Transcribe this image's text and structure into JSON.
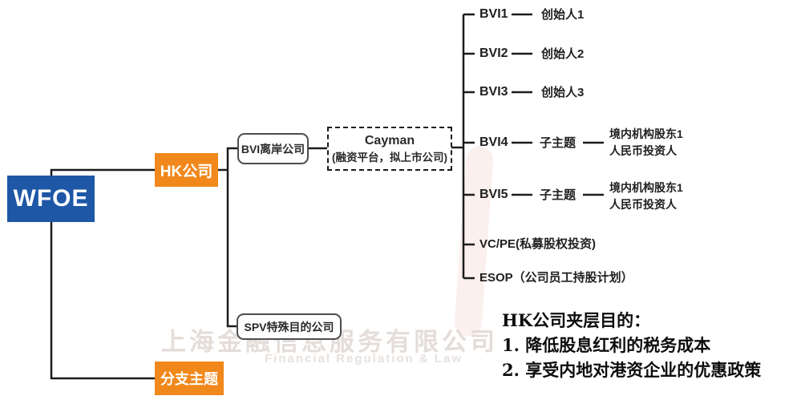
{
  "palette": {
    "root_blue": "#1d57a6",
    "branch_orange": "#f1881b",
    "line_black": "#1c1c1c",
    "node_border_gray": "#4d4d4d"
  },
  "root": {
    "label": "WFOE"
  },
  "branches": {
    "hk": {
      "label": "HK公司"
    },
    "branch_topic": {
      "label": "分支主题"
    }
  },
  "mid_nodes": {
    "bvi_offshore": {
      "label": "BVI离岸公司"
    },
    "spv": {
      "label": "SPV特殊目的公司"
    }
  },
  "cayman": {
    "title": "Cayman",
    "subtitle": "(融资平台，拟上市公司)"
  },
  "rows": [
    {
      "label": "BVI1",
      "link": "创始人1"
    },
    {
      "label": "BVI2",
      "link": "创始人2"
    },
    {
      "label": "BVI3",
      "link": "创始人3"
    },
    {
      "label": "BVI4",
      "mid": "子主题",
      "owner_line1": "境内机构股东1",
      "owner_line2": "人民币投资人"
    },
    {
      "label": "BVI5",
      "mid": "子主题",
      "owner_line1": "境内机构股东1",
      "owner_line2": "人民币投资人"
    },
    {
      "label": "VC/PE(私募股权投资)"
    },
    {
      "label": "ESOP（公司员工持股计划）"
    }
  ],
  "note": {
    "title": "HK公司夹层目的：",
    "item1": "1. 降低股息红利的税务成本",
    "item2": "2. 享受内地对港资企业的优惠政策"
  },
  "watermark": {
    "cn": "上海金融信息服务有限公司",
    "en": "Financial Regulation & Law"
  }
}
